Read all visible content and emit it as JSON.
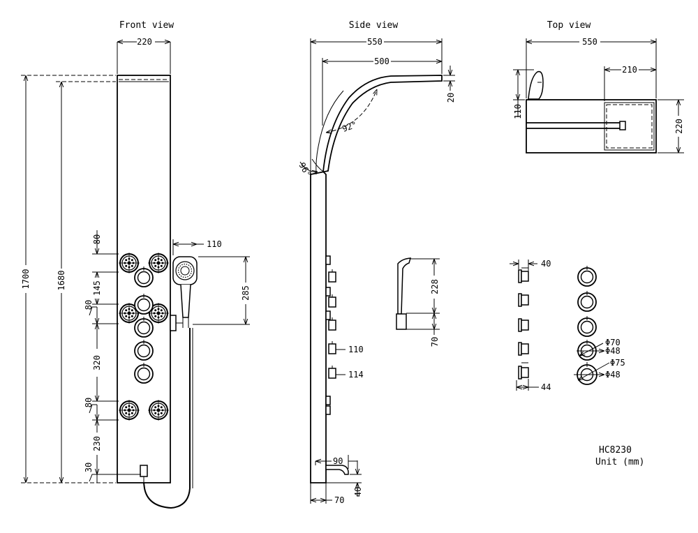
{
  "views": {
    "front": "Front view",
    "side": "Side view",
    "top": "Top view"
  },
  "model": "HC8230",
  "unit": "Unit (mm)",
  "dims": {
    "front_width": "220",
    "total_height": "1700",
    "panel_height": "1680",
    "hs_offset": "110",
    "hs_length": "285",
    "jet_gap_top": "80",
    "spacing_145": "145",
    "jet_gap_mid": "80",
    "spacing_320": "320",
    "jet_gap_low": "80",
    "spacing_230": "230",
    "spout_height": "30",
    "side_total": "550",
    "side_arm": "500",
    "head_thick": "20",
    "angle_top": "92°",
    "angle_low": "96°",
    "knob_110": "110",
    "knob_114": "114",
    "spout_len": "90",
    "spout_drop": "40",
    "base_depth": "70",
    "hs_228": "228",
    "hs_70": "70",
    "top_total": "550",
    "top_head": "210",
    "top_depth": "220",
    "top_hs": "110",
    "knob_depth_40": "40",
    "knob_depth_44": "44",
    "phi70": "Φ70",
    "phi48a": "Φ48",
    "phi75": "Φ75",
    "phi48b": "Φ48"
  }
}
